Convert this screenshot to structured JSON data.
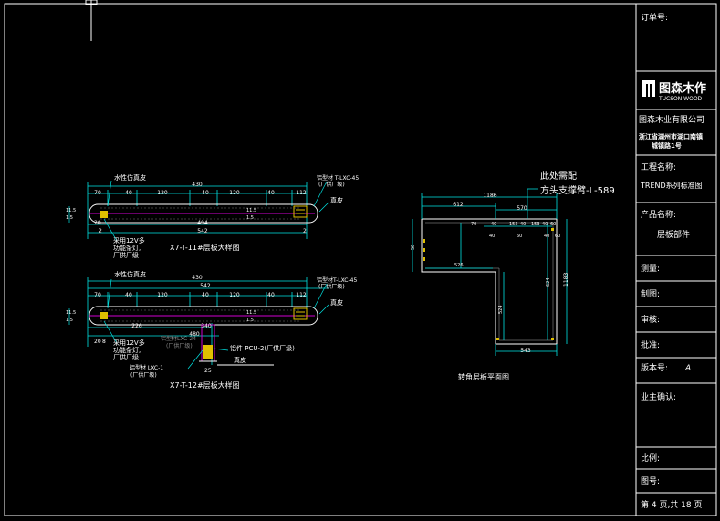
{
  "title_block": {
    "order_no_label": "订单号:",
    "logo_name": "图森木作",
    "logo_sub": "TUCSON WOOD",
    "company_name": "图森木业有限公司",
    "company_addr_1": "浙江省湖州市湖口南镇",
    "company_addr_2": "城镇路1号",
    "project_name_label": "工程名称:",
    "project_name_value": "TREND系列标准图",
    "product_name_label": "产品名称:",
    "product_name_value": "层板部件",
    "survey_label": "测量:",
    "drawing_label": "制图:",
    "review_label": "审核:",
    "approve_label": "批准:",
    "version_label": "版本号:",
    "version_value": "A",
    "owner_confirm_label": "业主确认:",
    "scale_label": "比例:",
    "drawing_no_label": "图号:",
    "page_label": "第 4 页,共 18 页"
  },
  "detail_top": {
    "title": "X7-T-11#层板大样图",
    "dims_top": "430",
    "dims_row": [
      "70",
      "40",
      "120",
      "40",
      "120",
      "40",
      "112"
    ],
    "dim_494": "494",
    "dim_542": "542",
    "dim_20": "20",
    "dim_2": "2",
    "dim_right_2": "2",
    "left_dims": [
      "11.5",
      "1.5"
    ],
    "mid_dims": [
      "11.5",
      "1.5"
    ],
    "left_small": "20",
    "left_small_2": "1.5",
    "veneer_label": "水性仿真皮",
    "alu_label": "铝型材 T-LXC-45",
    "alu_sub": "(厂供厂级)",
    "edge_label": "真皮",
    "led_label_1": "采用12V多",
    "led_label_2": "功能条灯,",
    "led_label_3": "厂供厂级"
  },
  "detail_bottom": {
    "title": "X7-T-12#层板大样图",
    "dims_top": "430",
    "dim_542": "542",
    "dims_row": [
      "70",
      "40",
      "120",
      "40",
      "120",
      "40",
      "112"
    ],
    "dim_226": "226",
    "dim_340": "340",
    "dim_480": "480",
    "dim_20": "20",
    "dim_8": "8",
    "left_dims": [
      "11.5",
      "1.5"
    ],
    "mid_dims": [
      "11.5",
      "1.5"
    ],
    "veneer_label": "水性仿真皮",
    "alu_label": "铝型材T-LXC-45",
    "alu_sub": "(厂供厂级)",
    "edge_label": "真皮",
    "led_label_1": "采用12V多",
    "led_label_2": "功能条灯,",
    "led_label_3": "厂供厂级",
    "alu2_label": "铝型材LXC-24",
    "alu2_sub": "(厂供厂级)",
    "part_label": "铝件 PCU-2(厂供厂级)",
    "alu3_label": "铝型材 LXC-1",
    "alu3_sub": "(厂供厂级)",
    "edge2_label": "真皮",
    "dim_25": "25"
  },
  "plan": {
    "title": "转角层板平面图",
    "note_1": "此处需配",
    "note_2": "方头支撑臂-L-589",
    "dim_1186": "1186",
    "dim_612": "612",
    "dim_570": "570",
    "dims_small": [
      "70",
      "40",
      "153",
      "40",
      "153",
      "40",
      "60"
    ],
    "dim_40a": "40",
    "dim_60a": "60",
    "dim_40b": "40",
    "dim_60b": "60",
    "dim_526": "526",
    "dim_524": "524",
    "dim_624": "624",
    "dim_1183": "1183",
    "dim_543": "543",
    "dim_left": "58"
  }
}
